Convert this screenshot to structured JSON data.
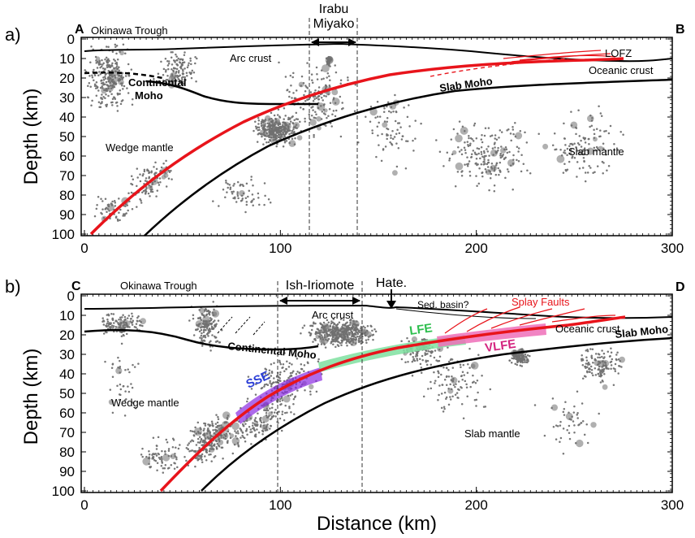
{
  "axes": {
    "ylabel": "Depth (km)",
    "xlabel": "Distance (km)",
    "yticks": [
      "0",
      "10",
      "20",
      "30",
      "40",
      "50",
      "60",
      "70",
      "80",
      "90",
      "100"
    ],
    "xticks": [
      "0",
      "100",
      "200",
      "300"
    ]
  },
  "panel_a": {
    "letter": "a)",
    "end_left": "A",
    "end_right": "B",
    "title_left": "Okinawa Trough",
    "bracket_top": "Irabu",
    "bracket_bottom": "Miyako",
    "labels": {
      "arc_crust": "Arc crust",
      "continental": "Continental",
      "moho": "Moho",
      "lofz": "LOFZ",
      "oceanic_crust": "Oceanic crust",
      "slab_moho": "Slab Moho",
      "wedge_mantle": "Wedge mantle",
      "slab_mantle": "Slab mantle"
    }
  },
  "panel_b": {
    "letter": "b)",
    "end_left": "C",
    "end_right": "D",
    "title_left": "Okinawa Trough",
    "bracket": "Ish-Iriomote",
    "hate": "Hate.",
    "labels": {
      "sed_basin": "Sed. basin?",
      "splay_faults": "Splay Faults",
      "arc_crust": "Arc crust",
      "lfe": "LFE",
      "vlfe": "VLFE",
      "sse": "SSE",
      "oceanic_crust": "Oceanic crust",
      "slab_moho": "Slab Moho",
      "continental_moho": "Continental Moho",
      "wedge_mantle": "Wedge mantle",
      "slab_mantle": "Slab mantle"
    }
  },
  "colors": {
    "plate_interface": "#e8141b",
    "moho_lines": "#111111",
    "seismicity": "#707070",
    "sse": "#8a2be2",
    "lfe": "#7fe0a0",
    "vlfe": "#ee6fb8",
    "sse_text": "#2a3dd6",
    "lfe_text": "#2fbf4f",
    "vlfe_text": "#d4247f"
  }
}
